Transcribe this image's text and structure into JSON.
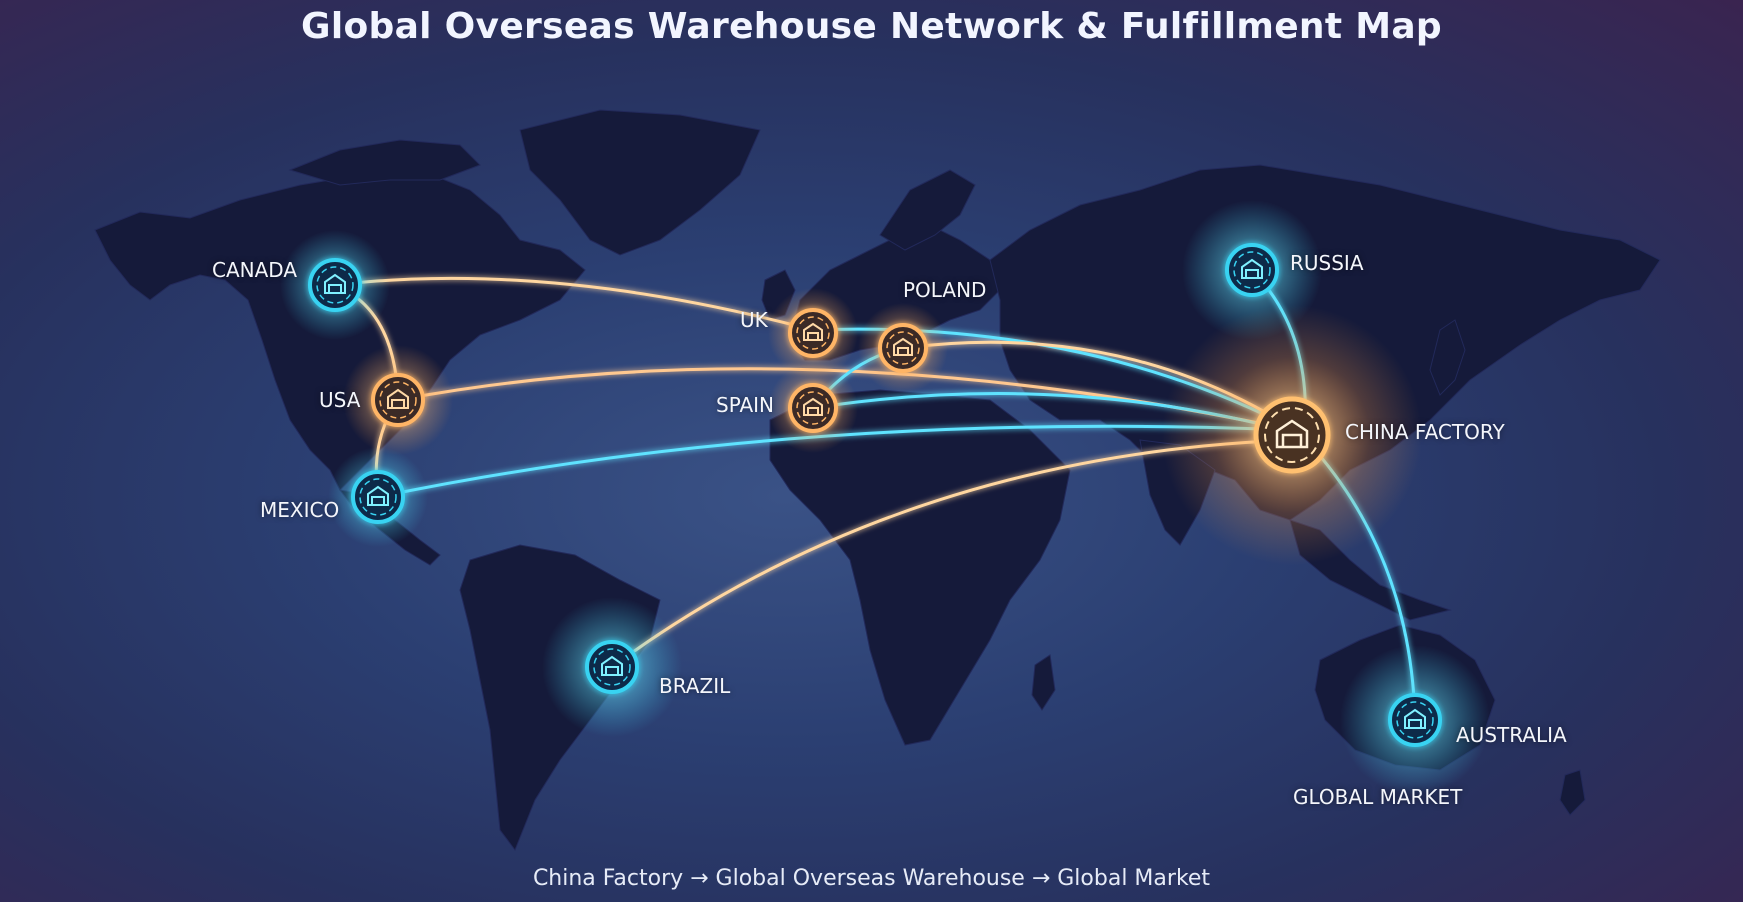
{
  "title": "Global Overseas Warehouse Network & Fulfillment Map",
  "subtitle": "China Factory → Global Overseas Warehouse → Global Market",
  "colors": {
    "hub": "#ffc070",
    "warehouse_orange": "#ffb566",
    "warehouse_cyan": "#39d3f2",
    "route_orange": "#ffd6a0",
    "route_cyan": "#5fe3ff",
    "land": "#151a3a"
  },
  "hub": {
    "name": "CHINA FACTORY",
    "icon": "warehouse-icon",
    "style": "hub"
  },
  "nodes": [
    {
      "id": "canada",
      "name": "CANADA",
      "style": "cyan"
    },
    {
      "id": "usa",
      "name": "USA",
      "style": "orange"
    },
    {
      "id": "mexico",
      "name": "MEXICO",
      "style": "cyan"
    },
    {
      "id": "brazil",
      "name": "BRAZIL",
      "style": "cyan"
    },
    {
      "id": "uk",
      "name": "UK",
      "style": "orange"
    },
    {
      "id": "poland",
      "name": "POLAND",
      "style": "orange"
    },
    {
      "id": "spain",
      "name": "SPAIN",
      "style": "orange"
    },
    {
      "id": "russia",
      "name": "RUSSIA",
      "style": "cyan"
    },
    {
      "id": "australia",
      "name": "AUSTRALIA",
      "style": "cyan"
    }
  ],
  "market_label": "GLOBAL MARKET"
}
